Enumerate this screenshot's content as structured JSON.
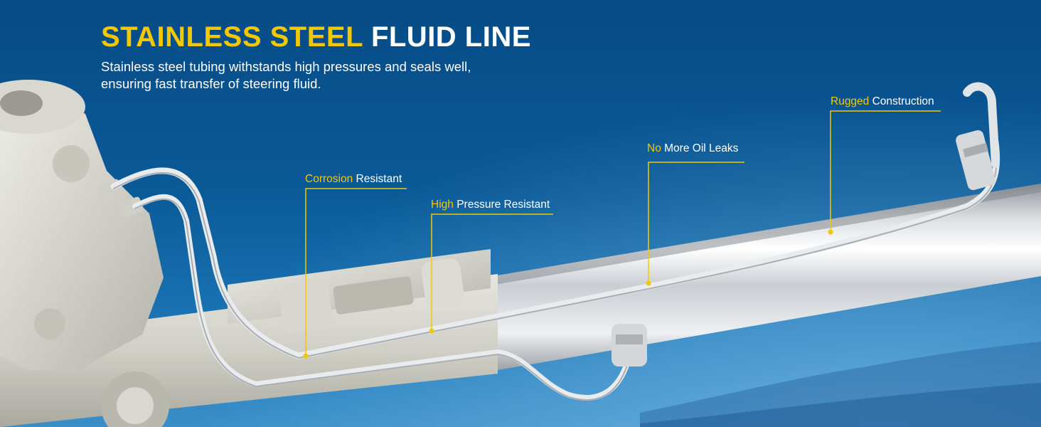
{
  "headline": {
    "highlight": "STAINLESS STEEL",
    "rest": "FLUID LINE"
  },
  "description": {
    "line1": "Stainless steel tubing withstands high pressures and seals well,",
    "line2": "ensuring fast transfer of steering fluid."
  },
  "callouts": [
    {
      "key": "Corrosion",
      "text": "Resistant"
    },
    {
      "key": "High",
      "text": "Pressure Resistant"
    },
    {
      "key": "No",
      "text": "More Oil Leaks"
    },
    {
      "key": "Rugged",
      "text": "Construction"
    }
  ],
  "colors": {
    "accent": "#f3c800",
    "background": "#0a5a98",
    "text": "#ffffff"
  },
  "product_image": "steering-rack-with-stainless-steel-fluid-lines"
}
